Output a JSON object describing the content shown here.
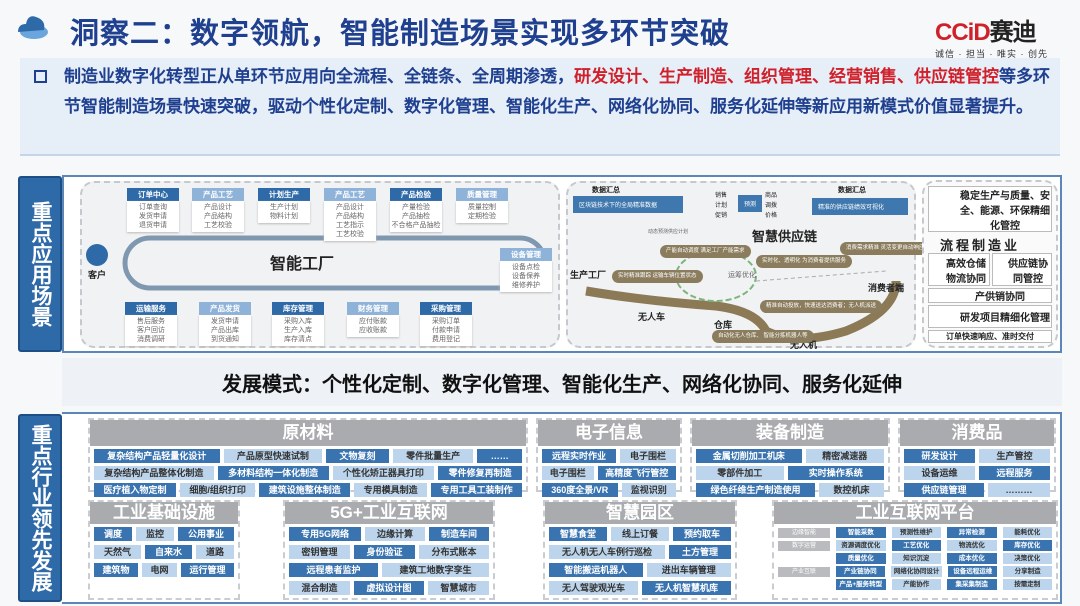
{
  "header": {
    "title": "洞察二：数字领航，智能制造场景实现多环节突破",
    "logo_brand": "CCiD",
    "logo_cn": "赛迪",
    "logo_slogan": "诚信 · 担当 · 唯实 · 创先"
  },
  "intro": {
    "part1": "制造业数字化转型正从单环节应用向全流程、全链条、全周期渗透，",
    "part2_red": "研发设计、生产制造、组织管理、经营销售、供应链管控",
    "part3": "等多环节智能制造场景快速突破，驱动个性化定制、数字化管理、智能化生产、网络化协同、服务化延伸等新应用新模式价值显著提升。"
  },
  "section1": {
    "label": "重点应用场景",
    "factory": {
      "title": "智能工厂",
      "customer": "客户",
      "top": [
        {
          "h": "订单中心",
          "items": [
            "订单查询",
            "发货申请",
            "退货申请"
          ]
        },
        {
          "h": "产品工艺",
          "items": [
            "产品设计",
            "产品结构",
            "工艺校验"
          ]
        },
        {
          "h": "计划生产",
          "items": [
            "生产计划",
            "物料计划"
          ]
        },
        {
          "h": "产品工艺",
          "items": [
            "产品设计",
            "产品结构",
            "工艺指示",
            "工艺校验"
          ]
        },
        {
          "h": "产品检验",
          "items": [
            "产量检验",
            "产品抽检",
            "不合格产品抽检"
          ]
        },
        {
          "h": "质量管理",
          "items": [
            "质量控制",
            "定期检验"
          ]
        }
      ],
      "right": {
        "h": "设备管理",
        "items": [
          "设备点检",
          "设备保养",
          "维修养护"
        ]
      },
      "bottom": [
        {
          "h": "运输服务",
          "items": [
            "售后服务",
            "客户回访",
            "消费调研"
          ]
        },
        {
          "h": "产品发货",
          "items": [
            "发货申请",
            "产品出库",
            "到货通知"
          ]
        },
        {
          "h": "库存管理",
          "items": [
            "采购入库",
            "生产入库",
            "库存清点"
          ]
        },
        {
          "h": "财务管理",
          "items": [
            "应付账款",
            "应收账款"
          ]
        },
        {
          "h": "采购管理",
          "items": [
            "采购订单",
            "付款申请",
            "费用登记"
          ]
        }
      ]
    },
    "supply": {
      "title": "智慧供应链",
      "data_left": "数据汇总",
      "data_right": "数据汇总",
      "banner_left": "区块链技术下的全局精准数据",
      "banner_right": "精准的供应链绩效可视化",
      "left_words": [
        "销售",
        "计划",
        "促销"
      ],
      "right_words": [
        "商品",
        "调拨",
        "价格"
      ],
      "center": "预测",
      "places": {
        "factory": "生产工厂",
        "car": "无人车",
        "warehouse": "仓库",
        "drone": "无人机",
        "consumer": "消费者端",
        "loop": "运筹优化"
      },
      "bubbles": [
        "产能自动调度 满足工厂产能需求",
        "实时精准跟踪 运输车辆位置状态",
        "实时化、透明化 为消费者提供服务",
        "消费需求精准 灵活变更自动响应",
        "精准自动投放，快速送达消费者；无人机派送",
        "自动化无人仓库、 智能分拣机器人等",
        "动态预测供应计划"
      ]
    },
    "process": {
      "stable": "稳定生产与质量、安全、能源、环保精细化管控",
      "title": "流程制造业",
      "warehouse": "高效仓储物流协同",
      "supplychain": "供应链协同管控",
      "psm": "产供销协同",
      "rnd": "研发项目精细化管理",
      "order": "订单快速响应、准时交付"
    }
  },
  "band": {
    "text": "发展模式：个性化定制、数字化管理、智能化生产、网络化协同、服务化延伸"
  },
  "section2": {
    "label": "重点行业领先发展",
    "groups": [
      {
        "title": "原材料",
        "rows": [
          [
            [
              "复杂结构产品轻量化设计",
              1
            ],
            [
              "产品原型快速试制",
              0
            ],
            [
              "文物复刻",
              1
            ],
            [
              "零件批量生产",
              0
            ],
            [
              "……",
              1
            ]
          ],
          [
            [
              "复杂结构产品整体化制造",
              0
            ],
            [
              "多材料结构一体化制造",
              1
            ],
            [
              "个性化矫正器具打印",
              0
            ],
            [
              "零件修复再制造",
              1
            ]
          ],
          [
            [
              "医疗植入物定制",
              1
            ],
            [
              "细胞/组织打印",
              0
            ],
            [
              "建筑设施整体制造",
              1
            ],
            [
              "专用模具制造",
              0
            ],
            [
              "专用工具工装制作",
              1
            ]
          ]
        ]
      },
      {
        "title": "电子信息",
        "rows": [
          [
            [
              "远程实时作业",
              1
            ],
            [
              "电子围栏",
              0
            ]
          ],
          [
            [
              "电子围栏",
              0
            ],
            [
              "高精度飞行管控",
              1
            ]
          ],
          [
            [
              "360度全景/VR",
              1
            ],
            [
              "监视识别",
              0
            ]
          ]
        ]
      },
      {
        "title": "装备制造",
        "rows": [
          [
            [
              "金属切削加工机床",
              1
            ],
            [
              "精密减速器",
              0
            ]
          ],
          [
            [
              "零部件加工",
              0
            ],
            [
              "实时操作系统",
              1
            ]
          ],
          [
            [
              "绿色纤维生产制造使用",
              1
            ],
            [
              "数控机床",
              0
            ]
          ]
        ]
      },
      {
        "title": "消费品",
        "rows": [
          [
            [
              "研发设计",
              1
            ],
            [
              "生产管控",
              0
            ]
          ],
          [
            [
              "设备运维",
              0
            ],
            [
              "远程服务",
              1
            ]
          ],
          [
            [
              "供应链管理",
              1
            ],
            [
              "………",
              0
            ]
          ]
        ]
      },
      {
        "title": "工业基础设施",
        "rows": [
          [
            [
              "调度",
              1
            ],
            [
              "监控",
              0
            ],
            [
              "公用事业",
              1
            ]
          ],
          [
            [
              "天然气",
              0
            ],
            [
              "自来水",
              1
            ],
            [
              "道路",
              0
            ]
          ],
          [
            [
              "建筑物",
              1
            ],
            [
              "电网",
              0
            ],
            [
              "运行管理",
              1
            ]
          ]
        ]
      },
      {
        "title": "5G+工业互联网",
        "rows": [
          [
            [
              "专用5G网络",
              1
            ],
            [
              "边缘计算",
              0
            ],
            [
              "制造车间",
              1
            ]
          ],
          [
            [
              "密钥管理",
              0
            ],
            [
              "身份验证",
              1
            ],
            [
              "分布式账本",
              0
            ]
          ],
          [
            [
              "远程患者监护",
              1
            ],
            [
              "建筑工地数字孪生",
              0
            ]
          ],
          [
            [
              "混合制造",
              0
            ],
            [
              "虚拟设计图",
              1
            ],
            [
              "智慧城市",
              0
            ]
          ]
        ]
      },
      {
        "title": "智慧园区",
        "rows": [
          [
            [
              "智慧食堂",
              1
            ],
            [
              "线上订餐",
              0
            ],
            [
              "预约取车",
              1
            ]
          ],
          [
            [
              "无人机无人车例行巡检",
              0
            ],
            [
              "土方管理",
              1
            ]
          ],
          [
            [
              "智能搬运机器人",
              1
            ],
            [
              "进出车辆管理",
              0
            ]
          ],
          [
            [
              "无人驾驶观光车",
              0
            ],
            [
              "无人机智慧机库",
              1
            ]
          ]
        ]
      }
    ],
    "platform": {
      "title": "工业互联网平台",
      "rows": [
        {
          "label": "边缘智能",
          "chips": [
            [
              "智能采数",
              1
            ],
            [
              "预测性维护",
              0
            ],
            [
              "异常检测",
              1
            ],
            [
              "能耗优化",
              0
            ]
          ]
        },
        {
          "label": "数字运营",
          "chips": [
            [
              "资源调度优化",
              0
            ],
            [
              "工艺优化",
              1
            ],
            [
              "物流优化",
              0
            ],
            [
              "库存优化",
              1
            ]
          ]
        },
        {
          "label": "",
          "chips": [
            [
              "质量优化",
              1
            ],
            [
              "知识沉淀",
              0
            ],
            [
              "成本优化",
              1
            ],
            [
              "决策优化",
              0
            ]
          ]
        },
        {
          "label": "产业互联",
          "chips": [
            [
              "产业链协同",
              1
            ],
            [
              "网络化协同设计",
              0
            ],
            [
              "设备远程运维",
              1
            ],
            [
              "分享制造",
              0
            ]
          ]
        },
        {
          "label": "",
          "chips": [
            [
              "产品+服务转型",
              1
            ],
            [
              "产能协作",
              0
            ],
            [
              "集采集制造",
              1
            ],
            [
              "按需定制",
              0
            ]
          ]
        }
      ]
    }
  },
  "colors": {
    "title": "#1f3f8f",
    "red": "#d0202a",
    "chip_dark": "#3a74b0",
    "chip_light": "#bcd5ec"
  }
}
